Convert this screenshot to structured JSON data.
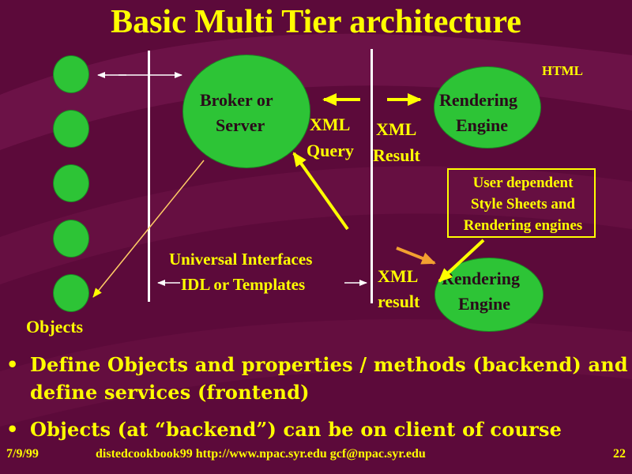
{
  "title": "Basic Multi Tier architecture",
  "diagram": {
    "html_label": "HTML",
    "broker": {
      "line1": "Broker or",
      "line2": "Server"
    },
    "xml_query": {
      "line1": "XML",
      "line2": "Query"
    },
    "xml_result": {
      "line1": "XML",
      "line2": "Result"
    },
    "rendering_top": {
      "line1": "Rendering",
      "line2": "Engine"
    },
    "user_dependent": {
      "line1": "User dependent",
      "line2": "Style Sheets and",
      "line3": "Rendering engines"
    },
    "universal": {
      "line1": "Universal Interfaces",
      "line2": "IDL or Templates"
    },
    "xml_result_bottom": {
      "line1": "XML",
      "line2": "result"
    },
    "rendering_bottom": {
      "line1": "Rendering",
      "line2": "Engine"
    },
    "objects_label": "Objects"
  },
  "bullets": [
    {
      "line1": "Define Objects and properties / methods (backend) and",
      "line2": "define services (frontend)"
    },
    {
      "line1": "Objects (at “backend”) can be on client of course"
    }
  ],
  "footer": {
    "date": "7/9/99",
    "center": "distedcookbook99   http://www.npac.syr.edu gcf@npac.syr.edu",
    "page": "22"
  },
  "colors": {
    "background": "#5c0a3a",
    "text": "#ffff00",
    "node": "#2dc436"
  }
}
